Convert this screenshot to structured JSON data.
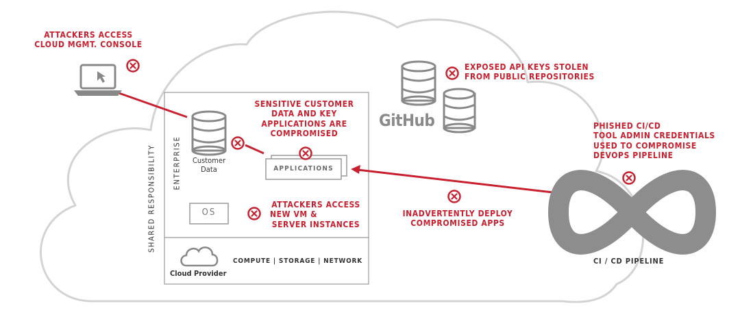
{
  "colors": {
    "attack_red": "#c8202f",
    "outline_gray": "#cfcfcf",
    "icon_gray": "#888888",
    "text_dark": "#333333"
  },
  "callouts": {
    "console": [
      "ATTACKERS ACCESS",
      "CLOUD MGMT. CONSOLE"
    ],
    "api_keys": [
      "EXPOSED API KEYS STOLEN",
      "FROM PUBLIC REPOSITORIES"
    ],
    "customer_data": [
      "SENSITIVE CUSTOMER",
      "DATA AND KEY",
      "APPLICATIONS ARE",
      "COMPROMISED"
    ],
    "vm": [
      "ATTACKERS ACCESS",
      "NEW VM &",
      "SERVER INSTANCES"
    ],
    "deploy": [
      "INADVERTENTLY DEPLOY",
      "COMPROMISED APPS"
    ],
    "phished": [
      "PHISHED CI/CD",
      "TOOL ADMIN CREDENTIALS",
      "USED TO COMPROMISE",
      "DEVOPS PIPELINE"
    ]
  },
  "labels": {
    "customer_data": [
      "Customer",
      "Data"
    ],
    "applications": "APPLICATIONS",
    "os": "OS",
    "enterprise": "ENTERPRISE",
    "shared_responsibility": "SHARED RESPONSIBILITY",
    "cloud_provider": "Cloud Provider",
    "infrastructure": "COMPUTE | STORAGE | NETWORK",
    "github": "GitHub",
    "pipeline": "CI / CD PIPELINE"
  },
  "icons": {
    "laptop": "laptop-icon",
    "database": "database-icon",
    "cloud": "cloud-icon",
    "threat": "x-circle-icon",
    "infinity": "infinity-icon"
  }
}
